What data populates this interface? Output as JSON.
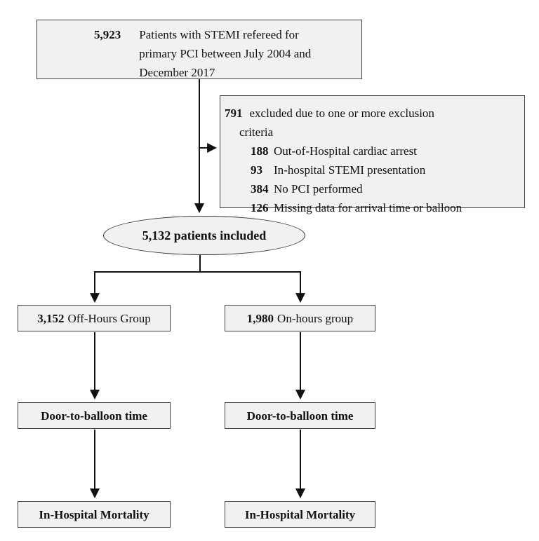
{
  "flowchart": {
    "top_box": {
      "count": "5,923",
      "lines": [
        "Patients with STEMI refereed for primary PCI between July 2004 and December 2017"
      ]
    },
    "exclusion_box": {
      "count": "791",
      "reason_line1": "excluded due to one or more exclusion",
      "reason_line2": "criteria",
      "items": [
        {
          "count": "188",
          "label": "Out-of-Hospital cardiac arrest"
        },
        {
          "count": "93",
          "label": "In-hospital STEMI presentation"
        },
        {
          "count": "384",
          "label": "No PCI performed"
        },
        {
          "count": "126",
          "label": "Missing data for arrival time or balloon"
        }
      ]
    },
    "included_ellipse": {
      "label": "5,132 patients included"
    },
    "left_branch": {
      "group_count": "3,152",
      "group_label": "Off-Hours Group",
      "step1": "Door-to-balloon time",
      "step2": "In-Hospital Mortality"
    },
    "right_branch": {
      "group_count": "1,980",
      "group_label": "On-hours group",
      "step1": "Door-to-balloon time",
      "step2": "In-Hospital Mortality"
    },
    "colors": {
      "box_fill": "#f1f1f1",
      "box_border": "#3f3f3f",
      "arrow": "#111111",
      "background": "#ffffff",
      "text": "#111111"
    }
  }
}
